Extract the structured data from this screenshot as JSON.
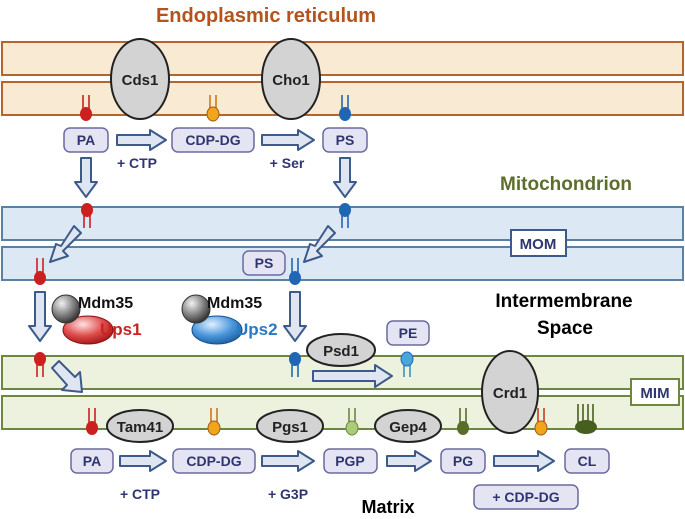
{
  "titles": {
    "er": "Endoplasmic reticulum",
    "mito": "Mitochondrion",
    "ims_line1": "Intermembrane",
    "ims_line2": "Space",
    "matrix": "Matrix"
  },
  "membrane_labels": {
    "mom": "MOM",
    "mim": "MIM"
  },
  "enzymes": {
    "cds1": "Cds1",
    "cho1": "Cho1",
    "psd1": "Psd1",
    "crd1": "Crd1",
    "tam41": "Tam41",
    "pgs1": "Pgs1",
    "gep4": "Gep4"
  },
  "complexes": {
    "mdm35_a": "Mdm35",
    "ups1": "Ups1",
    "mdm35_b": "Mdm35",
    "ups2": "Ups2"
  },
  "lipids": {
    "er_pa": "PA",
    "er_cdpdg": "CDP-DG",
    "er_ps": "PS",
    "mom_ps": "PS",
    "pe": "PE",
    "mat_pa": "PA",
    "mat_cdpdg": "CDP-DG",
    "pgp": "PGP",
    "pg": "PG",
    "cl": "CL"
  },
  "cofactors": {
    "ctp_er": "+ CTP",
    "ser": "+ Ser",
    "ctp_mat": "+ CTP",
    "g3p": "+ G3P",
    "cdpdg": "+ CDP-DG"
  },
  "colors": {
    "er_title": "#b5531f",
    "mito_title": "#5c6e2c",
    "er_membrane_fill": "#f8ead3",
    "er_membrane_stroke": "#b5652a",
    "mom_fill": "#dce9f5",
    "mom_stroke": "#5d7fa0",
    "mim_fill": "#edf2de",
    "mim_stroke": "#6d8640",
    "box_fill": "#e4e4f2",
    "box_stroke": "#6a6aa0",
    "box_text": "#2f3570",
    "arrow_fill": "#dfe6f2",
    "arrow_stroke": "#3c5a8a",
    "enzyme_fill": "#d3d3d3",
    "ups1": "#cc2222",
    "ups2": "#2a79c4",
    "pa_head": "#cc1f1f",
    "cdpdg_head": "#f0a51c",
    "ps_head": "#1f67b4",
    "pe_head": "#4aa6d8",
    "pgp_head": "#a8cc77",
    "pg_head": "#566e28",
    "cl_head": "#465f1e"
  }
}
